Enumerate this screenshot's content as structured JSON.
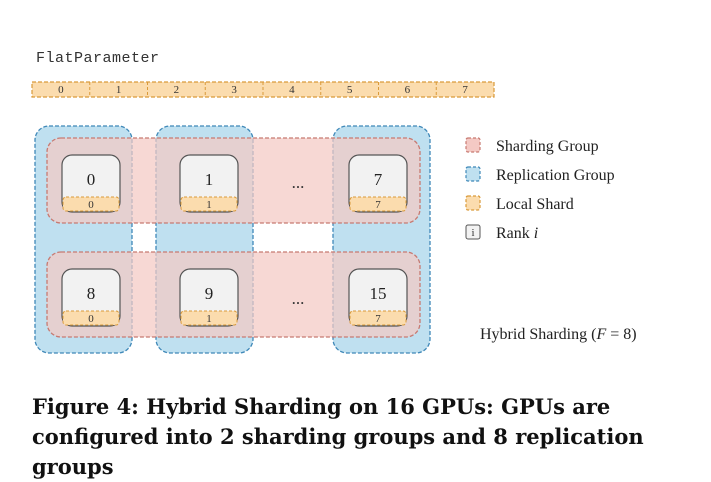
{
  "flat_parameter": {
    "title": "FlatParameter",
    "segments": [
      "0",
      "1",
      "2",
      "3",
      "4",
      "5",
      "6",
      "7"
    ]
  },
  "grid": {
    "rows": [
      {
        "nodes": [
          {
            "rank": "0",
            "shard": "0"
          },
          {
            "rank": "1",
            "shard": "1"
          },
          {
            "rank": "7",
            "shard": "7"
          }
        ]
      },
      {
        "nodes": [
          {
            "rank": "8",
            "shard": "0"
          },
          {
            "rank": "9",
            "shard": "1"
          },
          {
            "rank": "15",
            "shard": "7"
          }
        ]
      }
    ],
    "ellipsis": "..."
  },
  "legend": [
    {
      "label": "Sharding Group",
      "kind": "sharding"
    },
    {
      "label": "Replication Group",
      "kind": "replication"
    },
    {
      "label": "Local Shard",
      "kind": "local"
    },
    {
      "label": "Rank ",
      "italic": "i",
      "kind": "rank",
      "icon_text": "i"
    }
  ],
  "hybrid_label": {
    "prefix": "Hybrid Sharding (",
    "var": "F",
    "suffix": " = 8)"
  },
  "caption": "Figure 4: Hybrid Sharding on 16 GPUs: GPUs are configured into 2 sharding groups and 8 replication groups",
  "colors": {
    "sharding_fill": "#f4c9c4",
    "sharding_stroke": "#c77a72",
    "replication_fill": "#bfe0f0",
    "replication_stroke": "#3f88b8",
    "local_fill": "#fbdcae",
    "local_stroke": "#d99a3a",
    "node_fill": "#f2f2f2",
    "node_stroke": "#555555"
  }
}
